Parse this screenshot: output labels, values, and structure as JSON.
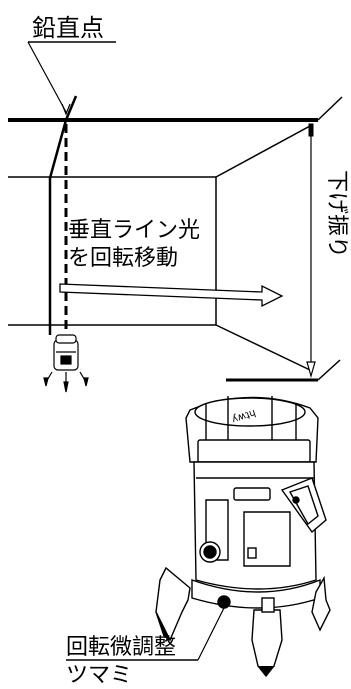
{
  "labels": {
    "plumb_point": "鉛直点",
    "hanging_bob": "下げ振り",
    "beam_line1": "垂直ライン光",
    "beam_line2": "を回転移動",
    "fine_adjust_line1": "回転微調整",
    "fine_adjust_line2": "ツマミ"
  },
  "colors": {
    "ink": "#000000",
    "paper": "#ffffff"
  }
}
